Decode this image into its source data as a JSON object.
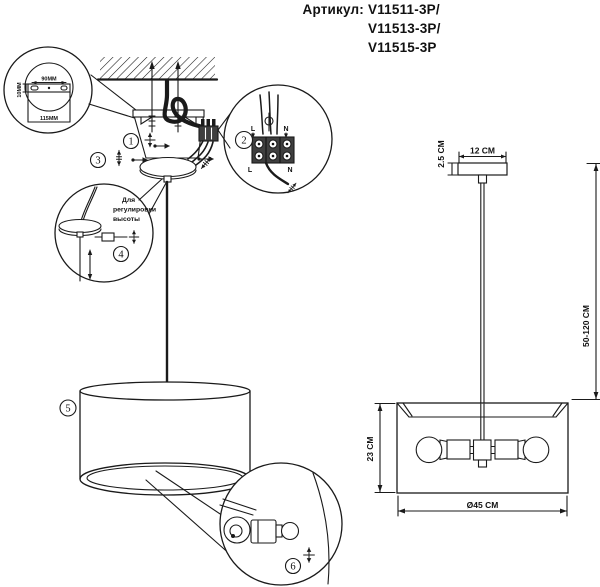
{
  "header": {
    "label": "Артикул:",
    "articles": [
      "V11511-3P/",
      "V11513-3P/",
      "V11515-3P"
    ]
  },
  "callouts": [
    "1",
    "2",
    "3",
    "4",
    "5",
    "6"
  ],
  "bracket_detail": {
    "width_top": "90MM",
    "width_bottom": "115MM",
    "thickness": "10MM"
  },
  "wiring_detail": {
    "live_top": "L",
    "neutral_top": "N",
    "live_bottom": "L",
    "neutral_bottom": "N"
  },
  "height_note": {
    "line1": "Для",
    "line2": "регулировки",
    "line3": "высоты"
  },
  "dimensions": {
    "canopy_height": "2.5 CM",
    "canopy_width": "12 CM",
    "suspension_length": "50-120 CM",
    "shade_height": "23 CM",
    "shade_diameter": "Ø45 CM"
  }
}
